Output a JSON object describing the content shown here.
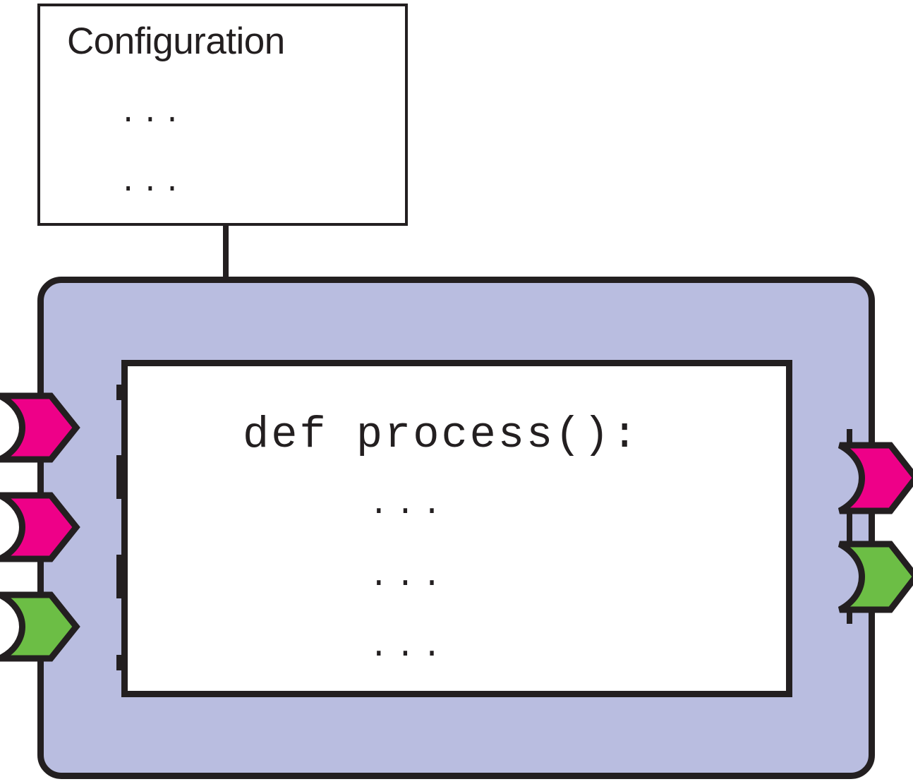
{
  "diagram": {
    "title": "Component with configuration and ports",
    "type": "component-block-diagram"
  },
  "colors": {
    "outline": "#231f20",
    "panel_fill": "#b9bde0",
    "code_fill": "#ffffff",
    "config_fill": "#ffffff",
    "port_pink": "#ee0088",
    "port_green": "#6cbe45"
  },
  "config_box": {
    "title": "Configuration",
    "lines": [
      "...",
      "..."
    ]
  },
  "component": {
    "code": {
      "signature": "def process():",
      "body_lines": [
        "...",
        "...",
        "..."
      ]
    }
  },
  "ports": {
    "inputs": [
      {
        "id": "input-port-1",
        "color": "#ee0088",
        "label": ""
      },
      {
        "id": "input-port-2",
        "color": "#ee0088",
        "label": ""
      },
      {
        "id": "input-port-3",
        "color": "#6cbe45",
        "label": ""
      }
    ],
    "outputs": [
      {
        "id": "output-port-1",
        "color": "#ee0088",
        "label": ""
      },
      {
        "id": "output-port-2",
        "color": "#6cbe45",
        "label": ""
      }
    ]
  }
}
